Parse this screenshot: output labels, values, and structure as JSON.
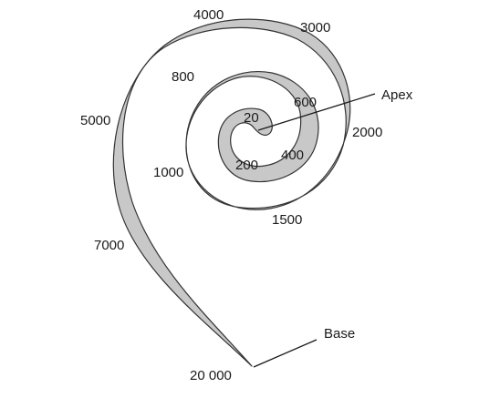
{
  "colors": {
    "membrane_fill": "#c8c8c8",
    "outline": "#333333",
    "pointer": "#1a1a1a",
    "text": "#1a1a1a"
  },
  "labels": {
    "apex": "Apex",
    "base": "Base"
  },
  "frequencies": {
    "f20": "20",
    "f200": "200",
    "f400": "400",
    "f600": "600",
    "f800": "800",
    "f1000": "1000",
    "f1500": "1500",
    "f2000": "2000",
    "f3000": "3000",
    "f4000": "4000",
    "f5000": "5000",
    "f7000": "7000",
    "f20000": "20 000"
  }
}
